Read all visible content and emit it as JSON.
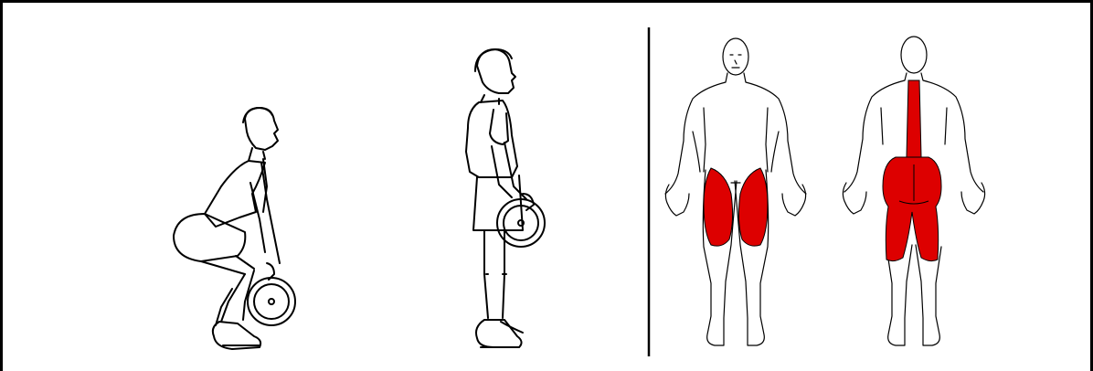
{
  "illustration": {
    "panels": [
      {
        "name": "start-position",
        "figure": "squatting-person-with-weight-plate"
      },
      {
        "name": "end-position",
        "figure": "standing-person-with-weight-plate"
      },
      {
        "name": "muscle-chart-front",
        "figure": "anatomy-front-view"
      },
      {
        "name": "muscle-chart-back",
        "figure": "anatomy-back-view"
      }
    ],
    "colors": {
      "outline": "#000000",
      "muscle_highlight": "#dd0000",
      "background": "#ffffff"
    }
  }
}
